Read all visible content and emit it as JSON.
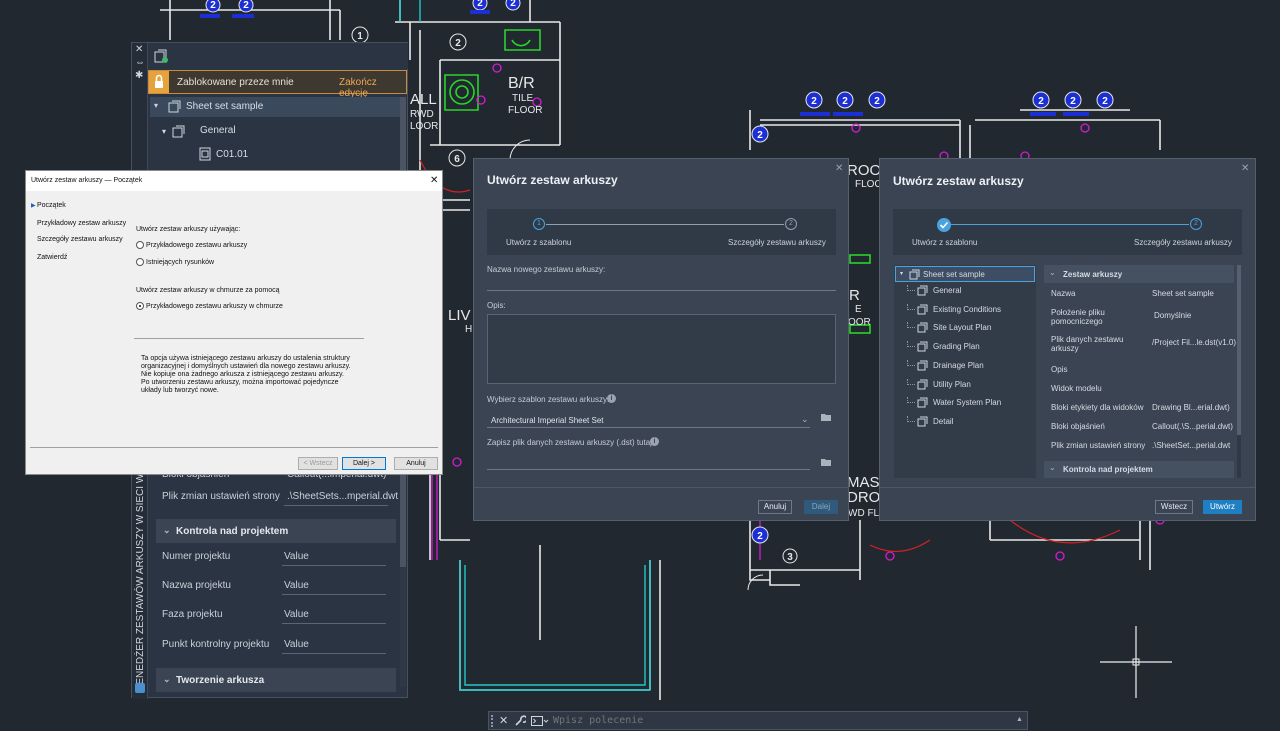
{
  "drawing": {
    "room_labels": [
      "B/R",
      "TILE",
      "FLOOR",
      "ALL",
      "RWD",
      "LOOR",
      "LIV",
      "H",
      "ROO",
      "FLOO",
      "R",
      "E",
      "OOR",
      "MAST",
      "DRO",
      "WD FL"
    ],
    "tags": [
      "1",
      "2",
      "3",
      "6"
    ],
    "colors": {
      "background": "#212830",
      "walls": "#e8e8e8",
      "blue": "#1c2fd4",
      "magenta": "#d41cd4",
      "green": "#2ad42a",
      "cyan": "#22c8c8",
      "red": "#d42222"
    }
  },
  "palette": {
    "strip_icons": [
      "✕",
      "⇔",
      "✱"
    ],
    "title": "MENEDŻER ZESTAWÓW ARKUSZY W SIECI WWW",
    "lock_text": "Zablokowane przeze mnie",
    "lock_action": "Zakończ edycję",
    "tree": [
      {
        "label": "Sheet set sample"
      },
      {
        "label": "General"
      },
      {
        "label": "C01.01"
      }
    ],
    "props_top": [
      {
        "key": "Bloki objaśnień",
        "value": "Callout(...imperial.dwt)"
      },
      {
        "key": "Plik zmian ustawień strony",
        "value": ".\\SheetSets...mperial.dwt"
      }
    ],
    "section_project": "Kontrola nad projektem",
    "project_props": [
      {
        "key": "Numer projektu",
        "value": "Value"
      },
      {
        "key": "Nazwa projektu",
        "value": "Value"
      },
      {
        "key": "Faza projektu",
        "value": "Value"
      },
      {
        "key": "Punkt kontrolny projektu",
        "value": "Value"
      }
    ],
    "section_sheet": "Tworzenie arkusza"
  },
  "wizard_classic": {
    "title": "Utwórz zestaw arkuszy — Początek",
    "close": "✕",
    "nav": [
      "Początek",
      "Przykładowy zestaw arkuszy",
      "Szczegóły zestawu arkuszy",
      "Zatwierdź"
    ],
    "q1": "Utwórz zestaw arkuszy używając:",
    "opt1": "Przykładowego zestawu arkuszy",
    "opt2": "Istniejących rysunków",
    "q2": "Utwórz zestaw arkuszy w chmurze za pomocą",
    "opt3": "Przykładowego zestawu arkuszy w chmurze",
    "desc": [
      "Ta opcja używa istniejącego zestawu arkuszy do ustalenia struktury",
      "organizacyjnej i domyślnych ustawień dla nowego zestawu arkuszy.",
      "Nie kopiuje ona żadnego arkusza z istniejącego zestawu arkuszy.",
      "Po utworzeniu zestawu arkuszy, można importować pojedyncze",
      "układy lub tworzyć nowe."
    ],
    "back": "< Wstecz",
    "next": "Dalej >",
    "cancel": "Anuluj"
  },
  "wizard_step1": {
    "title": "Utwórz zestaw arkuszy",
    "step1": "Utwórz z szablonu",
    "step2": "Szczegóły zestawu arkuszy",
    "n1": "1",
    "n2": "2",
    "name_label": "Nazwa nowego zestawu arkuszy:",
    "desc_label": "Opis:",
    "template_label": "Wybierz szablon zestawu arkuszy:",
    "template_value": "Architectural Imperial Sheet Set",
    "save_label": "Zapisz plik danych zestawu arkuszy (.dst) tutaj:",
    "cancel": "Anuluj",
    "next": "Dalej"
  },
  "wizard_step2": {
    "title": "Utwórz zestaw arkuszy",
    "step1": "Utwórz z szablonu",
    "step2": "Szczegóły zestawu arkuszy",
    "n2": "2",
    "tree_root": "Sheet set sample",
    "tree_items": [
      "General",
      "Existing Conditions",
      "Site Layout Plan",
      "Grading Plan",
      "Drainage Plan",
      "Utility Plan",
      "Water System Plan",
      "Detail"
    ],
    "section1": "Zestaw arkuszy",
    "props": [
      {
        "key": "Nazwa",
        "value": "Sheet set sample"
      },
      {
        "key": "Położenie pliku pomocniczego",
        "value": "Domyślnie"
      },
      {
        "key": "Plik danych zestawu arkuszy",
        "value": "/Project Fil...le.dst(v1.0)"
      },
      {
        "key": "Opis",
        "value": ""
      },
      {
        "key": "Widok modelu",
        "value": ""
      },
      {
        "key": "Bloki etykiety dla widoków",
        "value": "Drawing Bl...erial.dwt)"
      },
      {
        "key": "Bloki objaśnień",
        "value": "Callout(.\\S...perial.dwt)"
      },
      {
        "key": "Plik zmian ustawień strony",
        "value": ".\\SheetSet...perial.dwt"
      }
    ],
    "section2": "Kontrola nad projektem",
    "back": "Wstecz",
    "create": "Utwórz"
  },
  "command_line": {
    "placeholder": "Wpisz polecenie"
  }
}
